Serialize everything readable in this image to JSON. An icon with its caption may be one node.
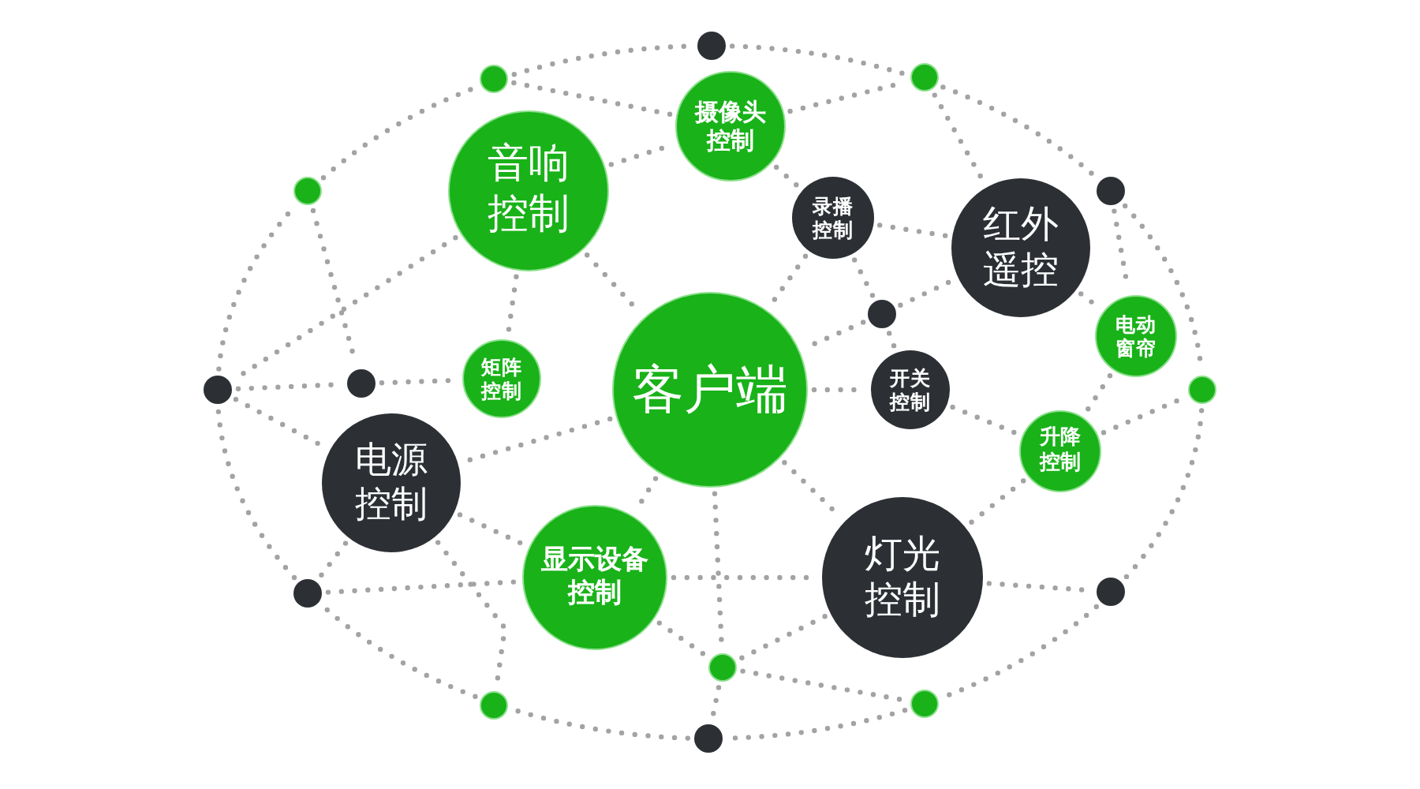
{
  "diagram": {
    "nodes": [
      {
        "text": [],
        "shape": "circle"
      },
      {
        "text": [],
        "shape": "circle"
      },
      {
        "text": [],
        "shape": "circle"
      },
      {
        "text": [
          "摄像头控制"
        ]
      },
      {
        "text": [
          "音响控制"
        ]
      },
      {
        "text": [],
        "shape": "circle"
      },
      {
        "text": [],
        "shape": "circle"
      },
      {
        "text": [
          "录播控制"
        ]
      },
      {
        "text": [
          "红外遥控"
        ]
      },
      {
        "text": [],
        "shape": "circle"
      },
      {
        "text": [
          "电动窗帘"
        ]
      },
      {
        "text": [
          "矩阵控制"
        ]
      },
      {
        "text": [],
        "shape": "circle"
      },
      {
        "text": [],
        "shape": "circle"
      },
      {
        "text": [
          "客户端"
        ]
      },
      {
        "text": [
          "开关控制"
        ]
      },
      {
        "text": [],
        "shape": "circle"
      },
      {
        "text": [
          "升降控制"
        ]
      },
      {
        "text": [
          "电源控制"
        ]
      },
      {
        "text": [
          "显示设备控制"
        ]
      },
      {
        "text": [
          "灯光控制"
        ]
      },
      {
        "text": [],
        "shape": "circle"
      },
      {
        "text": [],
        "shape": "circle"
      },
      {
        "text": [],
        "shape": "circle"
      },
      {
        "text": [],
        "shape": "circle"
      },
      {
        "text": [],
        "shape": "circle"
      },
      {
        "text": [],
        "shape": "circle"
      }
    ],
    "edges": [
      {
        "from": 12,
        "to": 5,
        "arrow": "none"
      },
      {
        "from": 5,
        "to": 1,
        "arrow": "none"
      },
      {
        "from": 1,
        "to": 0,
        "arrow": "none"
      },
      {
        "from": 0,
        "to": 2,
        "arrow": "none"
      },
      {
        "from": 2,
        "to": 6,
        "arrow": "none"
      },
      {
        "from": 6,
        "to": 16,
        "arrow": "none"
      },
      {
        "from": 16,
        "to": 22,
        "arrow": "none"
      },
      {
        "from": 22,
        "to": 25,
        "arrow": "none"
      },
      {
        "from": 25,
        "to": 26,
        "arrow": "none"
      },
      {
        "from": 26,
        "to": 24,
        "arrow": "none"
      },
      {
        "from": 24,
        "to": 21,
        "arrow": "none"
      },
      {
        "from": 21,
        "to": 12,
        "arrow": "none"
      },
      {
        "from": 1,
        "to": 3,
        "arrow": "none"
      },
      {
        "from": 3,
        "to": 2,
        "arrow": "none"
      },
      {
        "from": 2,
        "to": 8,
        "arrow": "none"
      },
      {
        "from": 4,
        "to": 3,
        "arrow": "none"
      },
      {
        "from": 3,
        "to": 7,
        "arrow": "none"
      },
      {
        "from": 4,
        "to": 12,
        "arrow": "none"
      },
      {
        "from": 4,
        "to": 11,
        "arrow": "none"
      },
      {
        "from": 4,
        "to": 14,
        "arrow": "none"
      },
      {
        "from": 5,
        "to": 13,
        "arrow": "none"
      },
      {
        "from": 12,
        "to": 13,
        "arrow": "none"
      },
      {
        "from": 13,
        "to": 11,
        "arrow": "none"
      },
      {
        "from": 12,
        "to": 18,
        "arrow": "none"
      },
      {
        "from": 6,
        "to": 10,
        "arrow": "none"
      },
      {
        "from": 7,
        "to": 8,
        "arrow": "none"
      },
      {
        "from": 7,
        "to": 14,
        "arrow": "none"
      },
      {
        "from": 7,
        "to": 9,
        "arrow": "none"
      },
      {
        "from": 9,
        "to": 8,
        "arrow": "none"
      },
      {
        "from": 9,
        "to": 14,
        "arrow": "none"
      },
      {
        "from": 9,
        "to": 15,
        "arrow": "none"
      },
      {
        "from": 8,
        "to": 10,
        "arrow": "none"
      },
      {
        "from": 10,
        "to": 17,
        "arrow": "none"
      },
      {
        "from": 14,
        "to": 15,
        "arrow": "none"
      },
      {
        "from": 15,
        "to": 17,
        "arrow": "none"
      },
      {
        "from": 17,
        "to": 16,
        "arrow": "none"
      },
      {
        "from": 17,
        "to": 20,
        "arrow": "none"
      },
      {
        "from": 14,
        "to": 20,
        "arrow": "none"
      },
      {
        "from": 14,
        "to": 18,
        "arrow": "none"
      },
      {
        "from": 14,
        "to": 19,
        "arrow": "none"
      },
      {
        "from": 14,
        "to": 23,
        "arrow": "none"
      },
      {
        "from": 18,
        "to": 19,
        "arrow": "none"
      },
      {
        "from": 18,
        "to": 21,
        "arrow": "none"
      },
      {
        "from": 18,
        "to": 24,
        "arrow": "none"
      },
      {
        "from": 21,
        "to": 19,
        "arrow": "none"
      },
      {
        "from": 19,
        "to": 23,
        "arrow": "none"
      },
      {
        "from": 19,
        "to": 20,
        "arrow": "none"
      },
      {
        "from": 20,
        "to": 22,
        "arrow": "none"
      },
      {
        "from": 20,
        "to": 23,
        "arrow": "none"
      },
      {
        "from": 23,
        "to": 25,
        "arrow": "none"
      },
      {
        "from": 23,
        "to": 26,
        "arrow": "none"
      }
    ]
  }
}
